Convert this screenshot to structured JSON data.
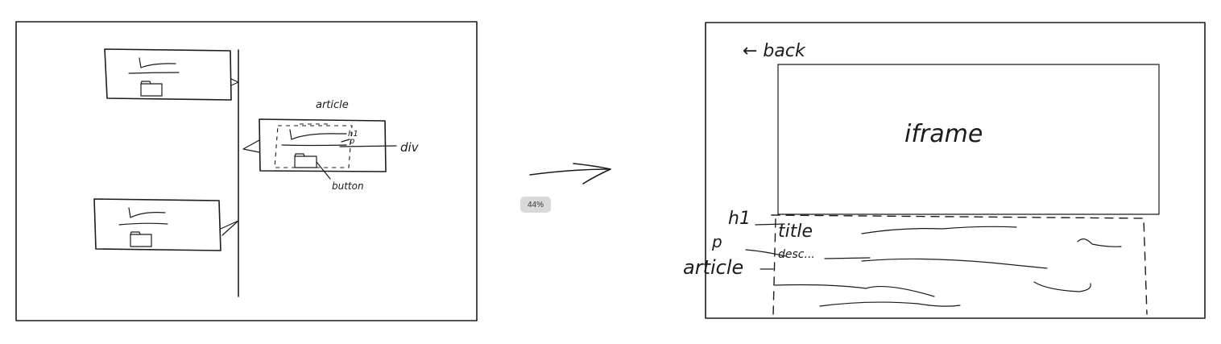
{
  "zoom": "44%",
  "left_sketch": {
    "labels": {
      "article": "article",
      "h1": "h1",
      "p": "p",
      "div": "div",
      "button": "button"
    }
  },
  "right_sketch": {
    "back": "← back",
    "iframe": "iframe",
    "title": "title",
    "desc": "desc...",
    "labels": {
      "h1": "h1",
      "p": "p",
      "article": "article"
    }
  }
}
